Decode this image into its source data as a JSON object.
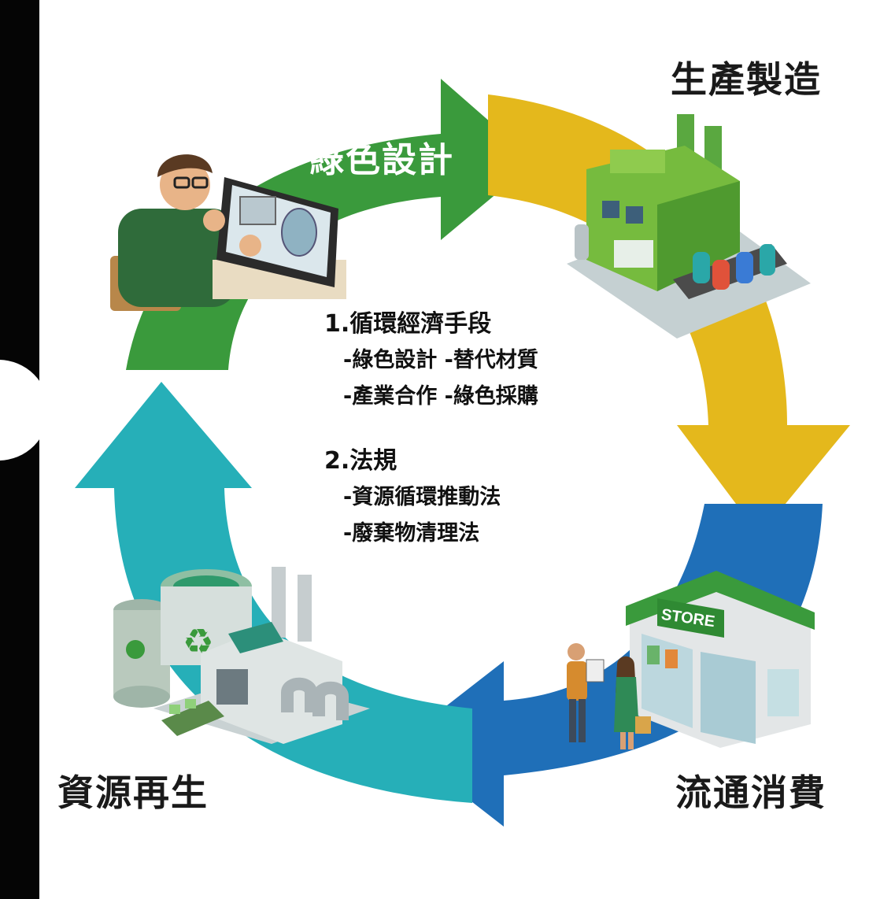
{
  "stages": {
    "design": "綠色設計",
    "manufacturing": "生產製造",
    "consumption": "流通消費",
    "recycling": "資源再生"
  },
  "store_sign": "STORE",
  "center": {
    "section1": {
      "heading": "1.循環經濟手段",
      "items": [
        "-綠色設計 -替代材質",
        "-產業合作 -綠色採購"
      ]
    },
    "section2": {
      "heading": "2.法規",
      "items": [
        "-資源循環推動法",
        "-廢棄物清理法"
      ]
    }
  },
  "colors": {
    "green": "#3a9a3c",
    "yellow": "#e4b81c",
    "blue": "#1f6fb8",
    "teal": "#26afb8"
  }
}
